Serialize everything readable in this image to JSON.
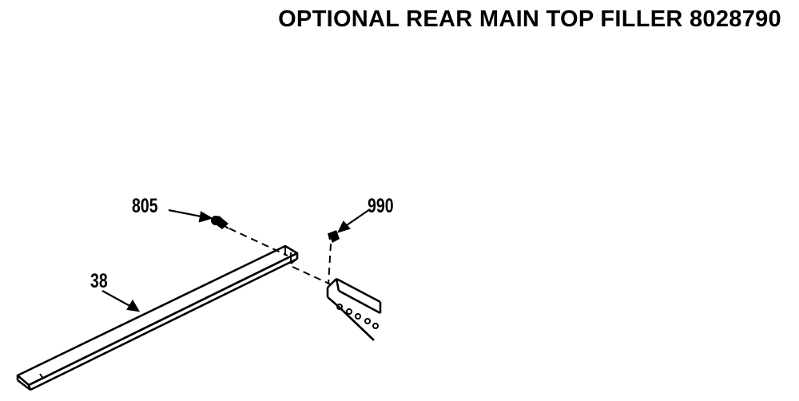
{
  "title": "OPTIONAL REAR MAIN TOP FILLER 8028790",
  "callouts": {
    "screw": "805",
    "clip": "990",
    "filler": "38"
  }
}
